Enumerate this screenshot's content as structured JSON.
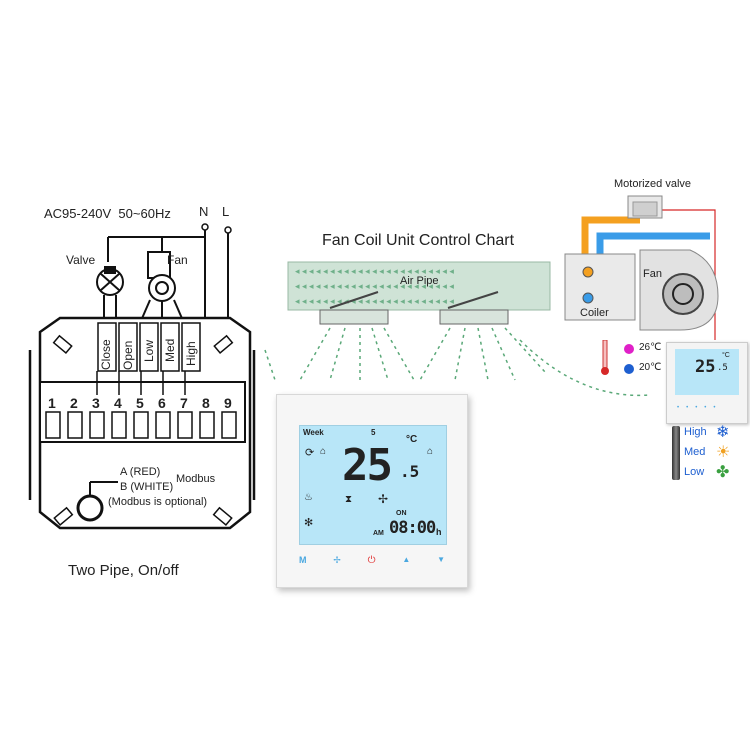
{
  "wiring": {
    "supply": "AC95-240V  50~60Hz",
    "n_label": "N",
    "l_label": "L",
    "valve_label": "Valve",
    "fan_label": "Fan",
    "slots": [
      "Close",
      "Open",
      "Low",
      "Med",
      "High"
    ],
    "terminals": [
      "1",
      "2",
      "3",
      "4",
      "5",
      "6",
      "7",
      "8",
      "9"
    ],
    "modbus_a": "A (RED)",
    "modbus_b": "B (WHITE)",
    "modbus_title": "Modbus",
    "modbus_note": "(Modbus is optional)",
    "caption": "Two Pipe, On/off"
  },
  "chart": {
    "title": "Fan Coil Unit Control Chart",
    "air_pipe": "Air Pipe",
    "motorized_valve": "Motorized valve",
    "fan": "Fan",
    "coiler": "Coiler",
    "temp_high": "26℃",
    "temp_low": "20℃",
    "legend": [
      {
        "label": "High",
        "icon": "snowflake-icon",
        "color": "#1e5fd0"
      },
      {
        "label": "Med",
        "icon": "sun-icon",
        "color": "#f0a020"
      },
      {
        "label": "Low",
        "icon": "fan-icon",
        "color": "#3aa040"
      }
    ]
  },
  "thermostat": {
    "week": "Week",
    "day": "5",
    "temperature": "25",
    "decimal": ".5",
    "unit": "°C",
    "on_label": "ON",
    "am_label": "AM",
    "time": "08:00",
    "hour_suffix": "h",
    "buttons": [
      {
        "name": "mode-button",
        "glyph": "M"
      },
      {
        "name": "fan-speed-button",
        "glyph": "✢"
      },
      {
        "name": "power-button",
        "glyph": "⏻"
      },
      {
        "name": "up-button",
        "glyph": "▲"
      },
      {
        "name": "down-button",
        "glyph": "▼"
      }
    ]
  },
  "small_thermostat": {
    "temperature": "25",
    "decimal": ".5",
    "unit": "°C"
  },
  "colors": {
    "pipe": "#cfe3d6",
    "arrow": "#5aa878",
    "screen": "#b8e6f8",
    "hot": "#f4a020",
    "cold": "#3a9ce8",
    "wire_red": "#d62828"
  }
}
